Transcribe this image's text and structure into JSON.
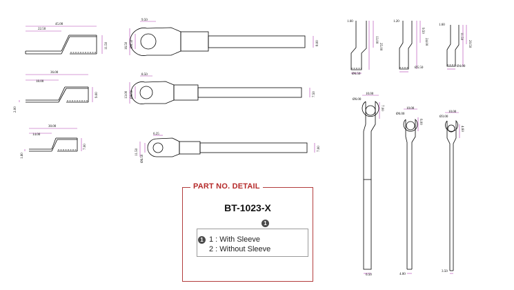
{
  "side_view_dims": {
    "a": {
      "length": "45.00",
      "seg": "22.50",
      "height": "11.50"
    },
    "b": {
      "length": "36.00",
      "seg": "18.00",
      "height": "9.00",
      "thick": "2.00"
    },
    "c": {
      "length": "30.00",
      "seg": "14.00",
      "height": "7.00",
      "thick": "1.60"
    }
  },
  "top_view_dims": {
    "a": {
      "hole": "9.50",
      "ring": "16.50",
      "ring2": "Ø8.50",
      "shaft": "8.00"
    },
    "b": {
      "hole": "8.50",
      "ring": "13.00",
      "ring2": "Ø8.50",
      "shaft": "7.50"
    },
    "c": {
      "hole": "6.25",
      "ring": "11.50",
      "ring2": "Ø6.50",
      "shaft": "7.00"
    }
  },
  "small_side_dims": {
    "a": {
      "top": "1.60",
      "h1": "13.00",
      "h2": "25.00",
      "dia": "Ø6.50"
    },
    "b": {
      "top": "1.20",
      "h1": "9.50",
      "h2": "24.00",
      "dia": "Ø5.50"
    },
    "c": {
      "top": "1.60",
      "h1": "11.50",
      "h2": "20.50",
      "dia": "Ø4.00"
    }
  },
  "long_view_dims": {
    "a": {
      "width": "10.00",
      "hole": "Ø6.00",
      "side": "7.00",
      "shaft": "6.50"
    },
    "b": {
      "width": "10.00",
      "hole": "Ø6.00",
      "side": "6.00",
      "shaft": "4.00"
    },
    "c": {
      "width": "10.00",
      "hole": "Ø3.00",
      "side": "4.60",
      "shaft": "3.50"
    }
  },
  "part_detail": {
    "title": "PART NO. DETAIL",
    "part_no": "BT-1023-X",
    "marker": "1",
    "options": [
      "1 : With Sleeve",
      "2 : Without Sleeve"
    ]
  },
  "colors": {
    "accent": "#b52a2a",
    "dim_line": "#b03ab0",
    "outline": "#000000"
  }
}
